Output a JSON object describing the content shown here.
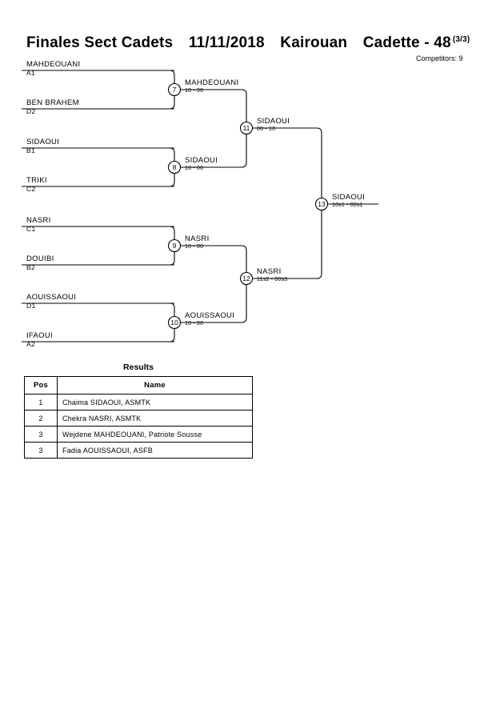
{
  "header": {
    "event": "Finales Sect Cadets",
    "date": "11/11/2018",
    "location": "Kairouan",
    "category": "Cadette - 48",
    "page": "(3/3)",
    "competitors": "Competitors: 9"
  },
  "bracket": {
    "round1": [
      {
        "name": "MAHDEOUANI",
        "seed": "A1"
      },
      {
        "name": "BEN BRAHEM",
        "seed": "D2"
      },
      {
        "name": "SIDAOUI",
        "seed": "B1"
      },
      {
        "name": "TRIKI",
        "seed": "C2"
      },
      {
        "name": "NASRI",
        "seed": "C1"
      },
      {
        "name": "DOUIBI",
        "seed": "B2"
      },
      {
        "name": "AOUISSAOUI",
        "seed": "D1"
      },
      {
        "name": "IFAOUI",
        "seed": "A2"
      }
    ],
    "matches": [
      {
        "num": "7",
        "winner": "MAHDEOUANI",
        "score": "10 - 00"
      },
      {
        "num": "8",
        "winner": "SIDAOUI",
        "score": "10 - 00"
      },
      {
        "num": "9",
        "winner": "NASRI",
        "score": "10 - 00"
      },
      {
        "num": "10",
        "winner": "AOUISSAOUI",
        "score": "10 - 00"
      },
      {
        "num": "11",
        "winner": "SIDAOUI",
        "score": "00 - 10"
      },
      {
        "num": "12",
        "winner": "NASRI",
        "score": "11s2 - 00s3"
      },
      {
        "num": "13",
        "winner": "SIDAOUI",
        "score": "10s1 - 00s1"
      }
    ]
  },
  "results": {
    "title": "Results",
    "columns": [
      "Pos",
      "Name"
    ],
    "rows": [
      {
        "pos": "1",
        "name": "Chaima SIDAOUI, ASMTK"
      },
      {
        "pos": "2",
        "name": "Chekra NASRI, ASMTK"
      },
      {
        "pos": "3",
        "name": "Wejdene MAHDEOUANI, Patriote Sousse"
      },
      {
        "pos": "3",
        "name": "Fadia AOUISSAOUI, ASFB"
      }
    ]
  }
}
